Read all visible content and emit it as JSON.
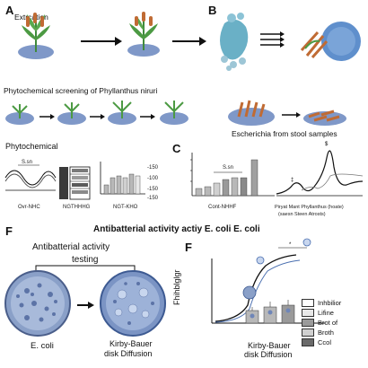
{
  "panels": {
    "A": {
      "letter": "A",
      "extraction_label": "Extrcation",
      "screening_title": "Phytochemical screening of Phyllanthus niruri",
      "phyto_title": "Phytochemical",
      "chart1": {
        "bracket_label": "S.sn",
        "xlabel": "Ovr-NHC"
      },
      "chart2": {
        "xlabel": "NGTHHHG"
      },
      "chart3": {
        "xlabel": "NGT-KHO",
        "right_ticks": [
          "-150",
          "-100",
          "-150",
          "-150"
        ]
      }
    },
    "B": {
      "letter": "B",
      "stool_label": "Escherichia from stool samples"
    },
    "C": {
      "letter": "C",
      "bar_xlabel": "Cont-NHHF",
      "bracket_label": "S.sn",
      "line_xlabel_1": "Piryat Mant Phyllanthus (hoate)",
      "line_xlabel_2": "(saesn Steen Atrosts)"
    },
    "F": {
      "letter": "F",
      "main_title": "Antibatterial activity actiy E. coli E. coli",
      "box_title_1": "Antibatterial activity",
      "box_title_2": "testing",
      "ecoli_label": "E. coli",
      "kb_label_1": "Kirby-Bauer",
      "kb_label_2": "disk Diffusion"
    },
    "F2": {
      "letter": "F",
      "ylabel": "Fhihblglgr",
      "xlabel_1": "Kirby-Bauer",
      "xlabel_2": "disk Diffusion",
      "legend": [
        "Inhbilior",
        "Lifine",
        "Brot of",
        "Broth",
        "Ccol"
      ],
      "legend_colors": [
        "#ffffff",
        "#e8e8e8",
        "#9a9a9a",
        "#d0d0d0",
        "#6a6a6a"
      ]
    }
  },
  "colors": {
    "dish": "#6f86b8",
    "dish_dark": "#3d5a92",
    "plant": "#3f8a3c",
    "bar_fill": "#b8b8b8",
    "accent_blue": "#4a6fb0"
  }
}
